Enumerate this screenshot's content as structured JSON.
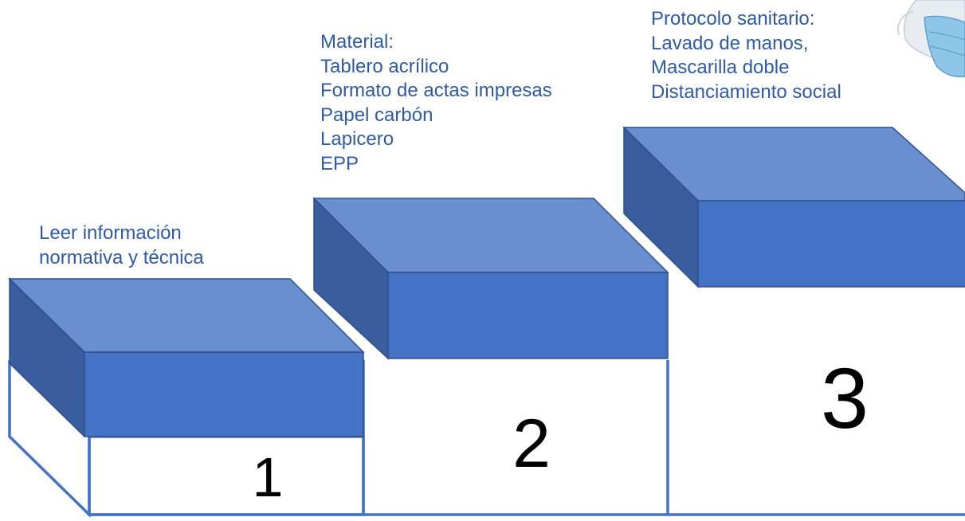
{
  "colors": {
    "top_face": "#6a8fd0",
    "front_face": "#4472c4",
    "side_face": "#3a5d9e",
    "edge": "#2f4f8a",
    "podium_outline": "#4472c4",
    "caption_text": "#2e5aa8"
  },
  "steps": [
    {
      "number": "1",
      "caption_lines": [
        "Leer información",
        "normativa y técnica"
      ]
    },
    {
      "number": "2",
      "caption_lines": [
        "Material:",
        "Tablero acrílico",
        "Formato de actas impresas",
        "Papel carbón",
        "Lapicero",
        "EPP"
      ]
    },
    {
      "number": "3",
      "caption_lines": [
        "Protocolo sanitario:",
        "Lavado de manos,",
        "Mascarilla doble",
        "Distanciamiento social"
      ]
    }
  ],
  "decoration": {
    "image": "face-mask-image"
  }
}
